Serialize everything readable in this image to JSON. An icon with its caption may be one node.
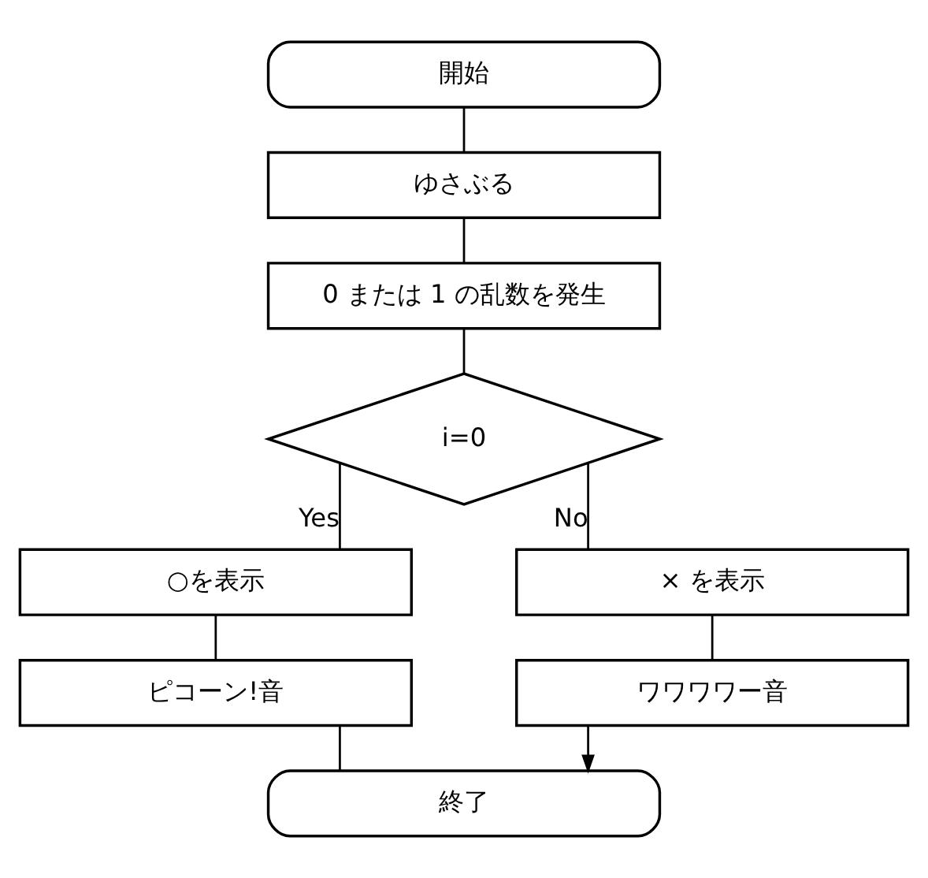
{
  "diagram": {
    "nodes": [
      {
        "text": [
          "開始"
        ]
      },
      {
        "text": [
          "ゆさぶる"
        ]
      },
      {
        "text": [
          "0 または 1 の乱数を発生"
        ]
      },
      {
        "text": [
          "i=0"
        ]
      },
      {
        "text": [
          "○を表示"
        ]
      },
      {
        "text": [
          "ピコーン!音"
        ]
      },
      {
        "text": [
          "× を表示"
        ]
      },
      {
        "text": [
          "ワワワワー音"
        ]
      },
      {
        "text": [
          "終了"
        ]
      }
    ],
    "edges": [
      {
        "from": 0,
        "to": 1,
        "arrow": "none"
      },
      {
        "from": 1,
        "to": 2,
        "arrow": "none"
      },
      {
        "from": 2,
        "to": 3,
        "arrow": "none"
      },
      {
        "from": 3,
        "to": 4,
        "arrow": "none",
        "label": "Yes"
      },
      {
        "from": 3,
        "to": 6,
        "arrow": "none",
        "label": "No"
      },
      {
        "from": 4,
        "to": 5,
        "arrow": "none"
      },
      {
        "from": 6,
        "to": 7,
        "arrow": "none"
      },
      {
        "from": 5,
        "to": 8,
        "arrow": "none"
      },
      {
        "from": 7,
        "to": 8,
        "arrow": "to"
      }
    ]
  }
}
